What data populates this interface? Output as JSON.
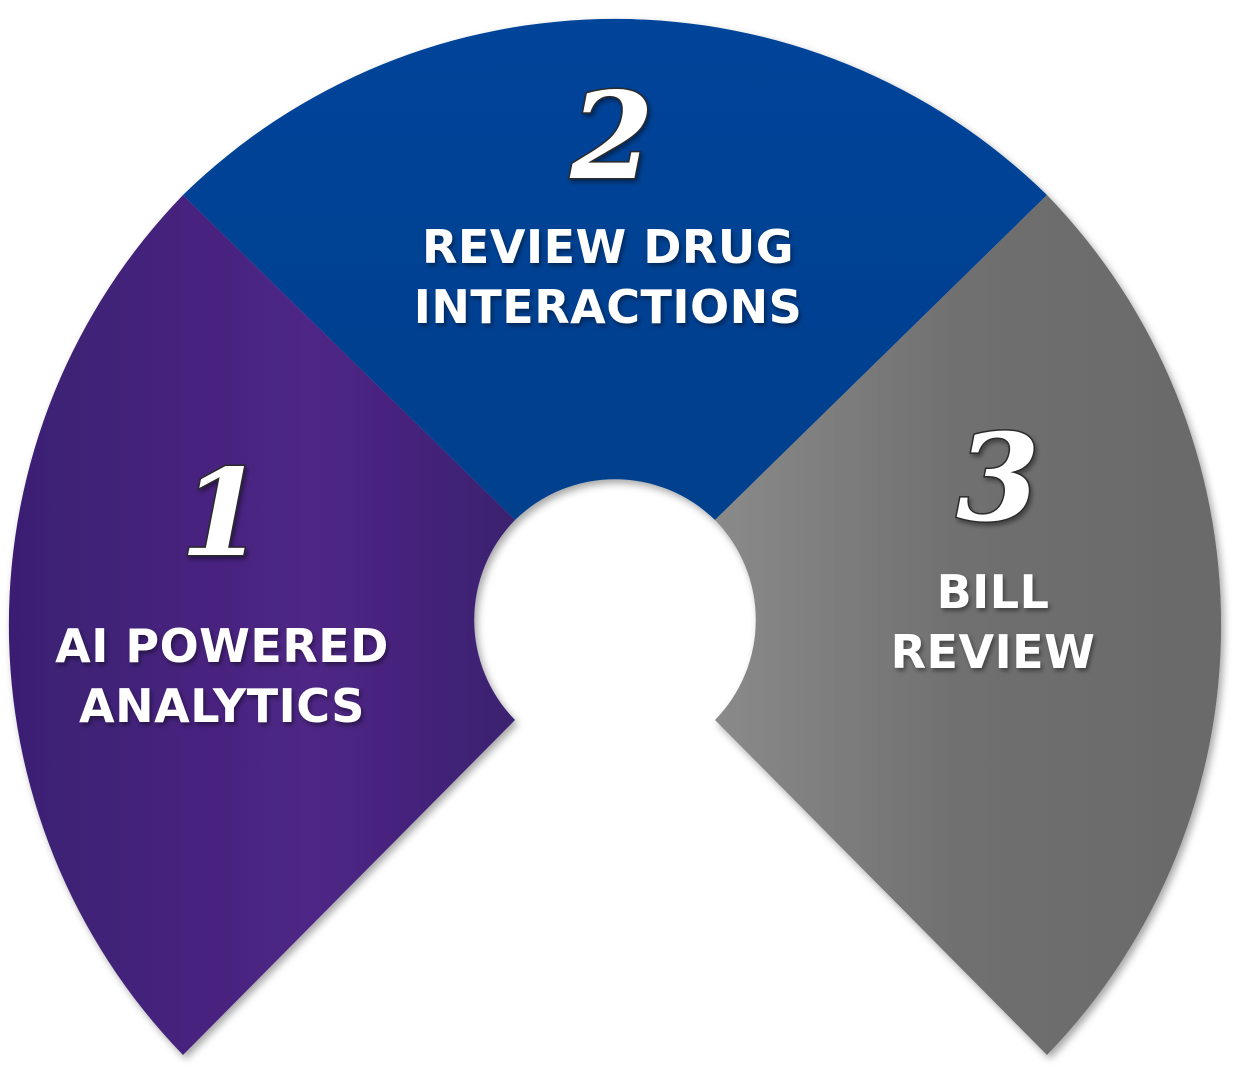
{
  "segments": [
    {
      "number": "1",
      "label_line1": "AI POWERED",
      "label_line2": "ANALYTICS",
      "color": "#4b2385"
    },
    {
      "number": "2",
      "label_line1": "REVIEW DRUG",
      "label_line2": "INTERACTIONS",
      "color": "#0a4191"
    },
    {
      "number": "3",
      "label_line1": "BILL",
      "label_line2": "REVIEW",
      "color": "#727272"
    }
  ]
}
